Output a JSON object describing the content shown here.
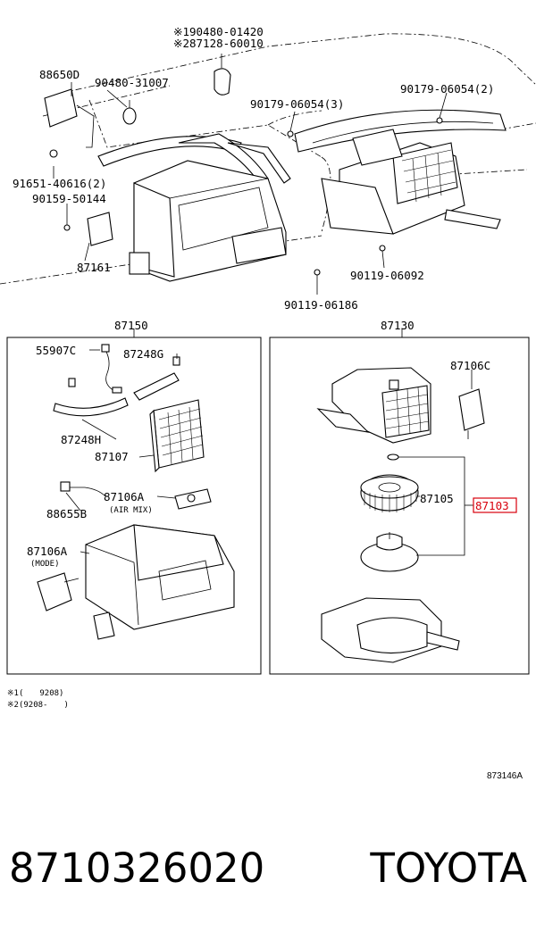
{
  "top_labels": {
    "note_190480": "※190480-01420",
    "note_287128": "※287128-60010",
    "p88650d": "88650D",
    "p90480": "90480-31007",
    "p90179_3": "90179-06054(3)",
    "p90179_2": "90179-06054(2)",
    "p91651": "91651-40616(2)",
    "p90159": "90159-50144",
    "p87161": "87161",
    "p90119a": "90119-06092",
    "p90119b": "90119-06186"
  },
  "left_box": {
    "title": "87150",
    "p55907c": "55907C",
    "p87248g": "87248G",
    "p87248h": "87248H",
    "p87107": "87107",
    "p87106a_air": "87106A",
    "air_mix": "(AIR MIX)",
    "p88655b": "88655B",
    "p87106a_mode": "87106A",
    "mode": "(MODE)"
  },
  "right_box": {
    "title": "87130",
    "p87106c": "87106C",
    "p87105": "87105",
    "p87103": "87103"
  },
  "footnotes": {
    "n1": "※1(　　9208)",
    "n2": "※2(9208-　　)"
  },
  "ref_code": "873146A",
  "caption": {
    "part_number": "8710326020",
    "brand": "TOYOTA"
  },
  "colors": {
    "highlight": "#d8000c",
    "line": "#000000",
    "background": "#ffffff"
  }
}
